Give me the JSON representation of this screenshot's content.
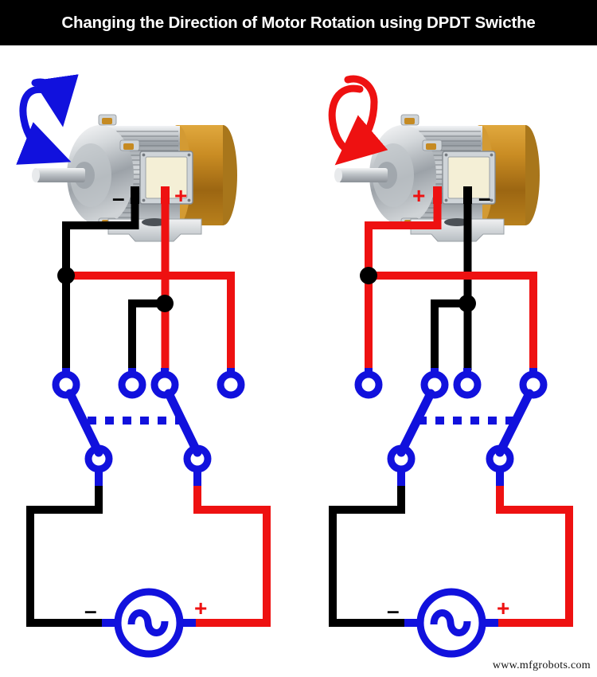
{
  "header": {
    "title": "Changing the Direction of Motor Rotation using DPDT Swicthe",
    "background": "#000000",
    "text_color": "#ffffff"
  },
  "watermark": {
    "text": "www.mfgrobots.com"
  },
  "palette": {
    "positive_wire": "#ee1111",
    "negative_wire": "#000000",
    "switch_blue": "#1111dd",
    "motor_body": "#b8bcc0",
    "motor_coil": "#c08422",
    "background": "#ffffff"
  },
  "diagrams": [
    {
      "id": "left",
      "name": "counter-clockwise-rotation",
      "motor": {
        "rotation_direction": "counterclockwise",
        "rotation_arrow_color": "#1111dd",
        "terminals": [
          {
            "label": "–",
            "polarity": "negative",
            "color": "#000000",
            "side": "left"
          },
          {
            "label": "+",
            "polarity": "positive",
            "color": "#ee1111",
            "side": "right"
          }
        ]
      },
      "switch": {
        "type": "DPDT",
        "position": "left",
        "top_terminals": [
          {
            "index": 1,
            "wire": "negative",
            "connected": true
          },
          {
            "index": 2,
            "wire": "negative",
            "connected": false
          },
          {
            "index": 3,
            "wire": "positive",
            "connected": true
          },
          {
            "index": 4,
            "wire": "positive",
            "connected": false
          }
        ],
        "pole_terminals": [
          {
            "index": 1,
            "wire": "negative"
          },
          {
            "index": 2,
            "wire": "positive"
          }
        ],
        "linkage": "dashed"
      },
      "source": {
        "type": "AC",
        "symbol": "sine",
        "terminals": [
          {
            "label": "–",
            "polarity": "negative",
            "color": "#000000",
            "side": "left"
          },
          {
            "label": "+",
            "polarity": "positive",
            "color": "#ee1111",
            "side": "right"
          }
        ]
      }
    },
    {
      "id": "right",
      "name": "clockwise-rotation",
      "motor": {
        "rotation_direction": "clockwise",
        "rotation_arrow_color": "#ee1111",
        "terminals": [
          {
            "label": "+",
            "polarity": "positive",
            "color": "#ee1111",
            "side": "left"
          },
          {
            "label": "–",
            "polarity": "negative",
            "color": "#000000",
            "side": "right"
          }
        ]
      },
      "switch": {
        "type": "DPDT",
        "position": "right",
        "top_terminals": [
          {
            "index": 1,
            "wire": "negative",
            "connected": false
          },
          {
            "index": 2,
            "wire": "negative",
            "connected": true
          },
          {
            "index": 3,
            "wire": "positive",
            "connected": false
          },
          {
            "index": 4,
            "wire": "positive",
            "connected": true
          }
        ],
        "pole_terminals": [
          {
            "index": 1,
            "wire": "negative"
          },
          {
            "index": 2,
            "wire": "positive"
          }
        ],
        "linkage": "dashed"
      },
      "source": {
        "type": "AC",
        "symbol": "sine",
        "terminals": [
          {
            "label": "–",
            "polarity": "negative",
            "color": "#000000",
            "side": "left"
          },
          {
            "label": "+",
            "polarity": "positive",
            "color": "#ee1111",
            "side": "right"
          }
        ]
      }
    }
  ]
}
